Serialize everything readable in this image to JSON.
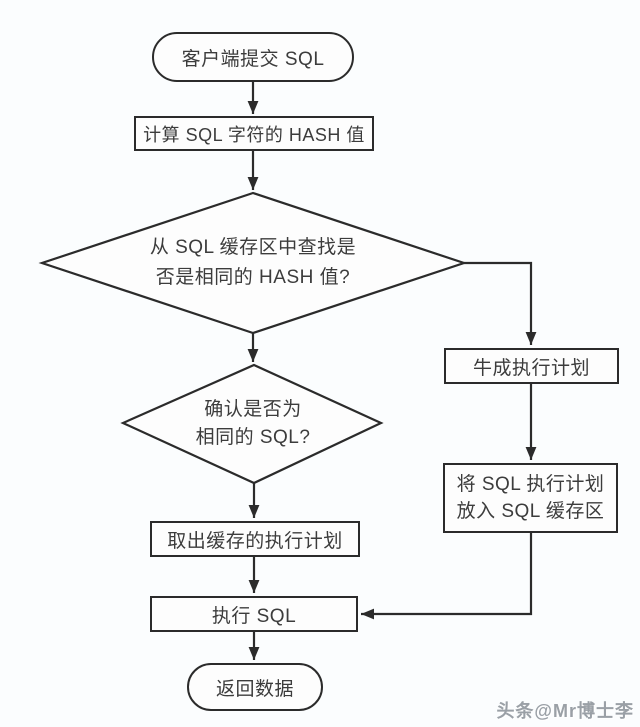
{
  "palette": {
    "background": "#fbfdfe",
    "shape_fill": "#fdfdfd",
    "line_color": "#2b2b2b",
    "text_color": "#3c3c3c",
    "watermark_color": "#9aa0a6"
  },
  "flowchart": {
    "nodes": {
      "start": {
        "type": "terminator",
        "label": "客户端提交 SQL"
      },
      "hash": {
        "type": "process",
        "label": "计算 SQL 字符的 HASH 值"
      },
      "check_hash": {
        "type": "decision",
        "line1": "从 SQL 缓存区中查找是",
        "line2": "否是相同的 HASH 值?"
      },
      "check_sql": {
        "type": "decision",
        "line1": "确认是否为",
        "line2": "相同的 SQL?"
      },
      "fetch_plan": {
        "type": "process",
        "label": "取出缓存的执行计划"
      },
      "exec_sql": {
        "type": "process",
        "label": "执行 SQL"
      },
      "return_data": {
        "type": "terminator",
        "label": "返回数据"
      },
      "gen_plan": {
        "type": "process",
        "label": "牛成执行计划"
      },
      "put_plan": {
        "type": "process",
        "line1": "将 SQL 执行计划",
        "line2": "放入 SQL 缓存区"
      }
    },
    "edges": [
      {
        "from": "start",
        "to": "hash"
      },
      {
        "from": "hash",
        "to": "check_hash"
      },
      {
        "from": "check_hash",
        "to": "check_sql"
      },
      {
        "from": "check_hash",
        "to": "gen_plan"
      },
      {
        "from": "check_sql",
        "to": "fetch_plan"
      },
      {
        "from": "fetch_plan",
        "to": "exec_sql"
      },
      {
        "from": "gen_plan",
        "to": "put_plan"
      },
      {
        "from": "put_plan",
        "to": "exec_sql"
      },
      {
        "from": "exec_sql",
        "to": "return_data"
      }
    ]
  },
  "watermark": {
    "text": "头条@Mr博士李"
  }
}
